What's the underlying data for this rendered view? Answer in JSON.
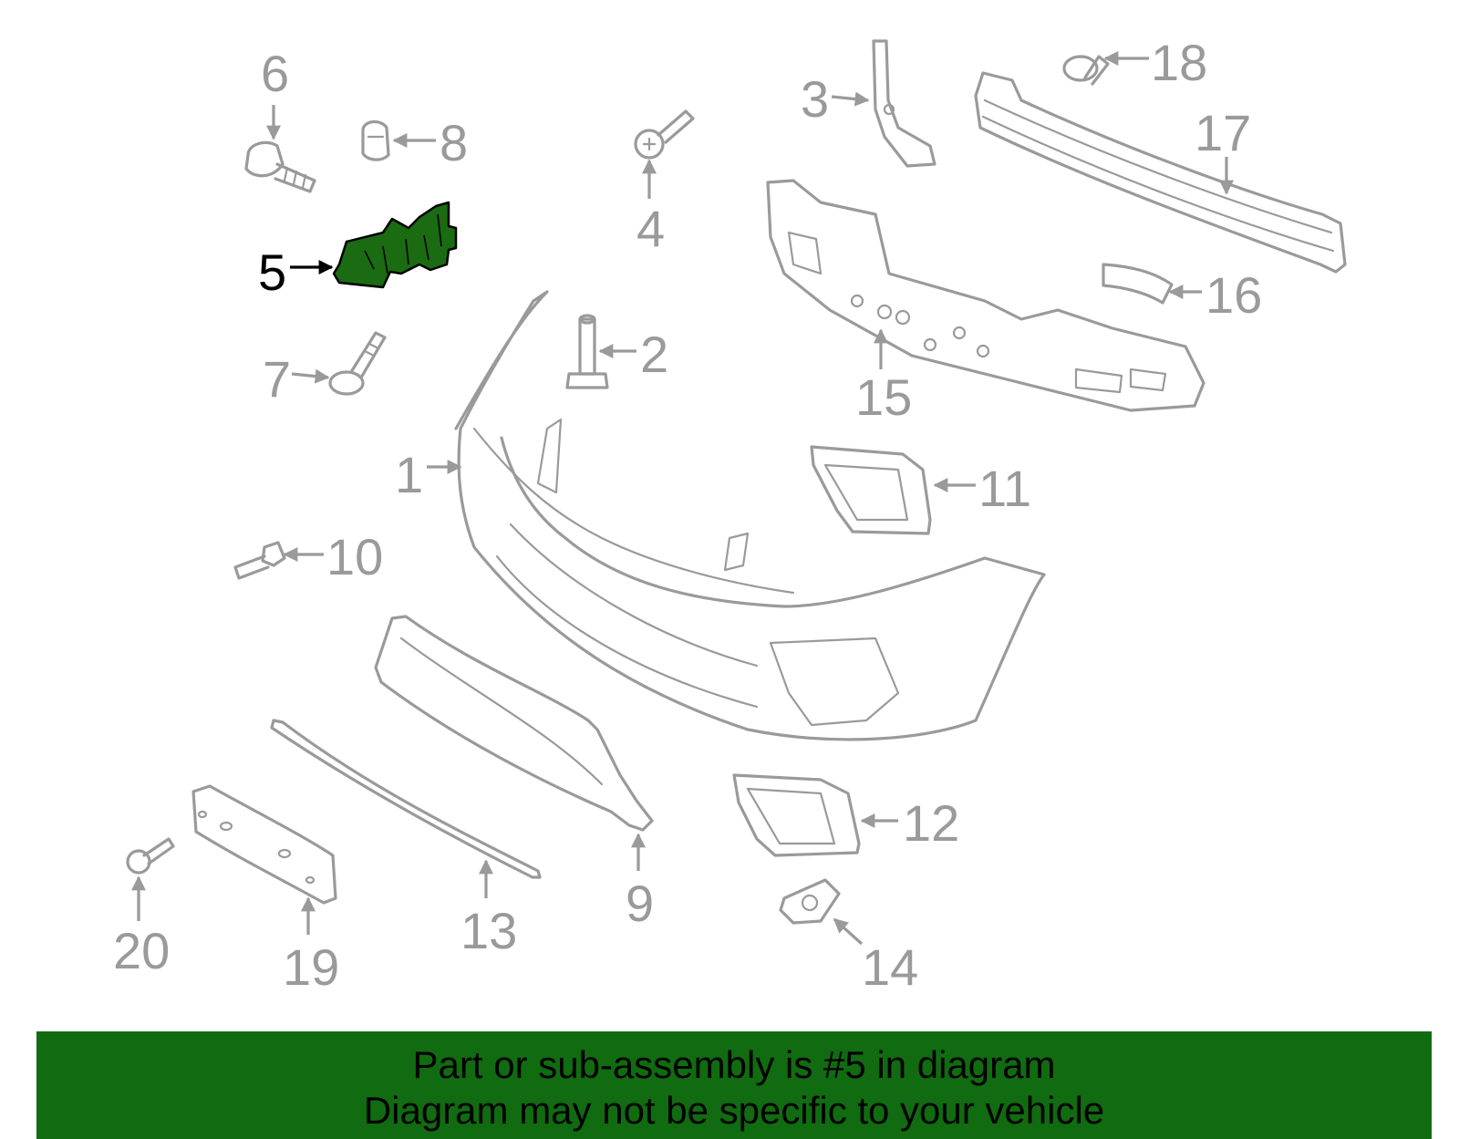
{
  "diagram": {
    "highlighted_part": "5",
    "highlight_color": "#1a6b12",
    "callouts": [
      "1",
      "2",
      "3",
      "4",
      "5",
      "6",
      "7",
      "8",
      "9",
      "10",
      "11",
      "12",
      "13",
      "14",
      "15",
      "16",
      "17",
      "18",
      "19",
      "20"
    ]
  },
  "banner": {
    "line1": "Part or sub-assembly is #5 in diagram",
    "line2": "Diagram may not be specific to your vehicle",
    "background": "#116b10"
  }
}
